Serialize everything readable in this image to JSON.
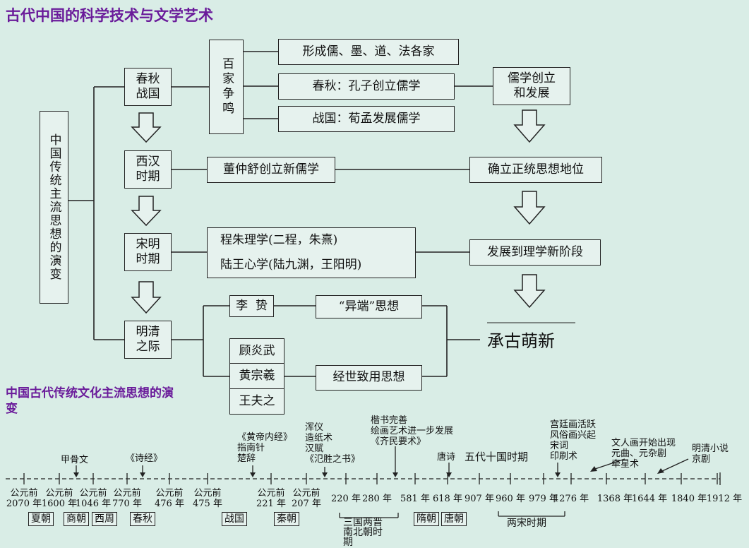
{
  "title_top": "古代中国的科学技术与文学艺术",
  "title_bottom": "中国古代传统文化主流思想的演变",
  "main_box": "中国传统主流思想的演变",
  "periods": [
    "春秋战国",
    "西汉时期",
    "宋明时期",
    "明清之际"
  ],
  "baijia": "百家争鸣",
  "baijia_items": [
    "形成儒、墨、道、法各家",
    "春秋：孔子创立儒学",
    "战国：荀孟发展儒学"
  ],
  "rujia_result": "儒学创立和发展",
  "xihan_item": "董仲舒创立新儒学",
  "xihan_result": "确立正统思想地位",
  "songming_items": [
    "程朱理学(二程，朱熹)",
    "陆王心学(陆九渊，王阳明)"
  ],
  "songming_result": "发展到理学新阶段",
  "mingqing_people": [
    "李  贽",
    "顾炎武",
    "黄宗羲",
    "王夫之"
  ],
  "mingqing_ideas": [
    "“异端”思想",
    "经世致用思想"
  ],
  "conclusion": "承古萌新",
  "timeline": {
    "events": [
      {
        "text": "甲骨文"
      },
      {
        "text": "《诗经》"
      },
      {
        "text": "《黄帝内经》\n指南针\n楚辞"
      },
      {
        "text": "浑仪\n造纸术\n汉赋\n《氾胜之书》"
      },
      {
        "text": "楷书完善\n绘画艺术进一步发展\n《齐民要术》"
      },
      {
        "text": "唐诗"
      },
      {
        "text": "五代十国时期"
      },
      {
        "text": "宫廷画活跃\n风俗画兴起\n宋词\n印刷术"
      },
      {
        "text": "文人画开始出现\n元曲、元杂剧\n牵星术"
      },
      {
        "text": "明清小说\n京剧"
      }
    ],
    "dates": [
      [
        "公元前",
        "2070 年"
      ],
      [
        "公元前",
        "1600 年"
      ],
      [
        "公元前",
        "1046 年"
      ],
      [
        "公元前",
        "770 年"
      ],
      [
        "公元前",
        "476 年"
      ],
      [
        "公元前",
        "475 年"
      ],
      [
        "公元前",
        "221 年"
      ],
      [
        "公元前",
        "207 年"
      ],
      [
        "220 年"
      ],
      [
        "280 年"
      ],
      [
        "581 年"
      ],
      [
        "618 年"
      ],
      [
        "907 年"
      ],
      [
        "960 年"
      ],
      [
        "979 年"
      ],
      [
        "1276 年"
      ],
      [
        "1368 年"
      ],
      [
        "1644 年"
      ],
      [
        "1840 年"
      ],
      [
        "1912 年"
      ]
    ],
    "dynasties": [
      "夏朝",
      "商朝",
      "西周",
      "春秋",
      "战国",
      "秦朝",
      "隋朝",
      "唐朝"
    ],
    "spans": [
      "三国两晋\n南北朝时\n期",
      "两宋时期"
    ]
  }
}
